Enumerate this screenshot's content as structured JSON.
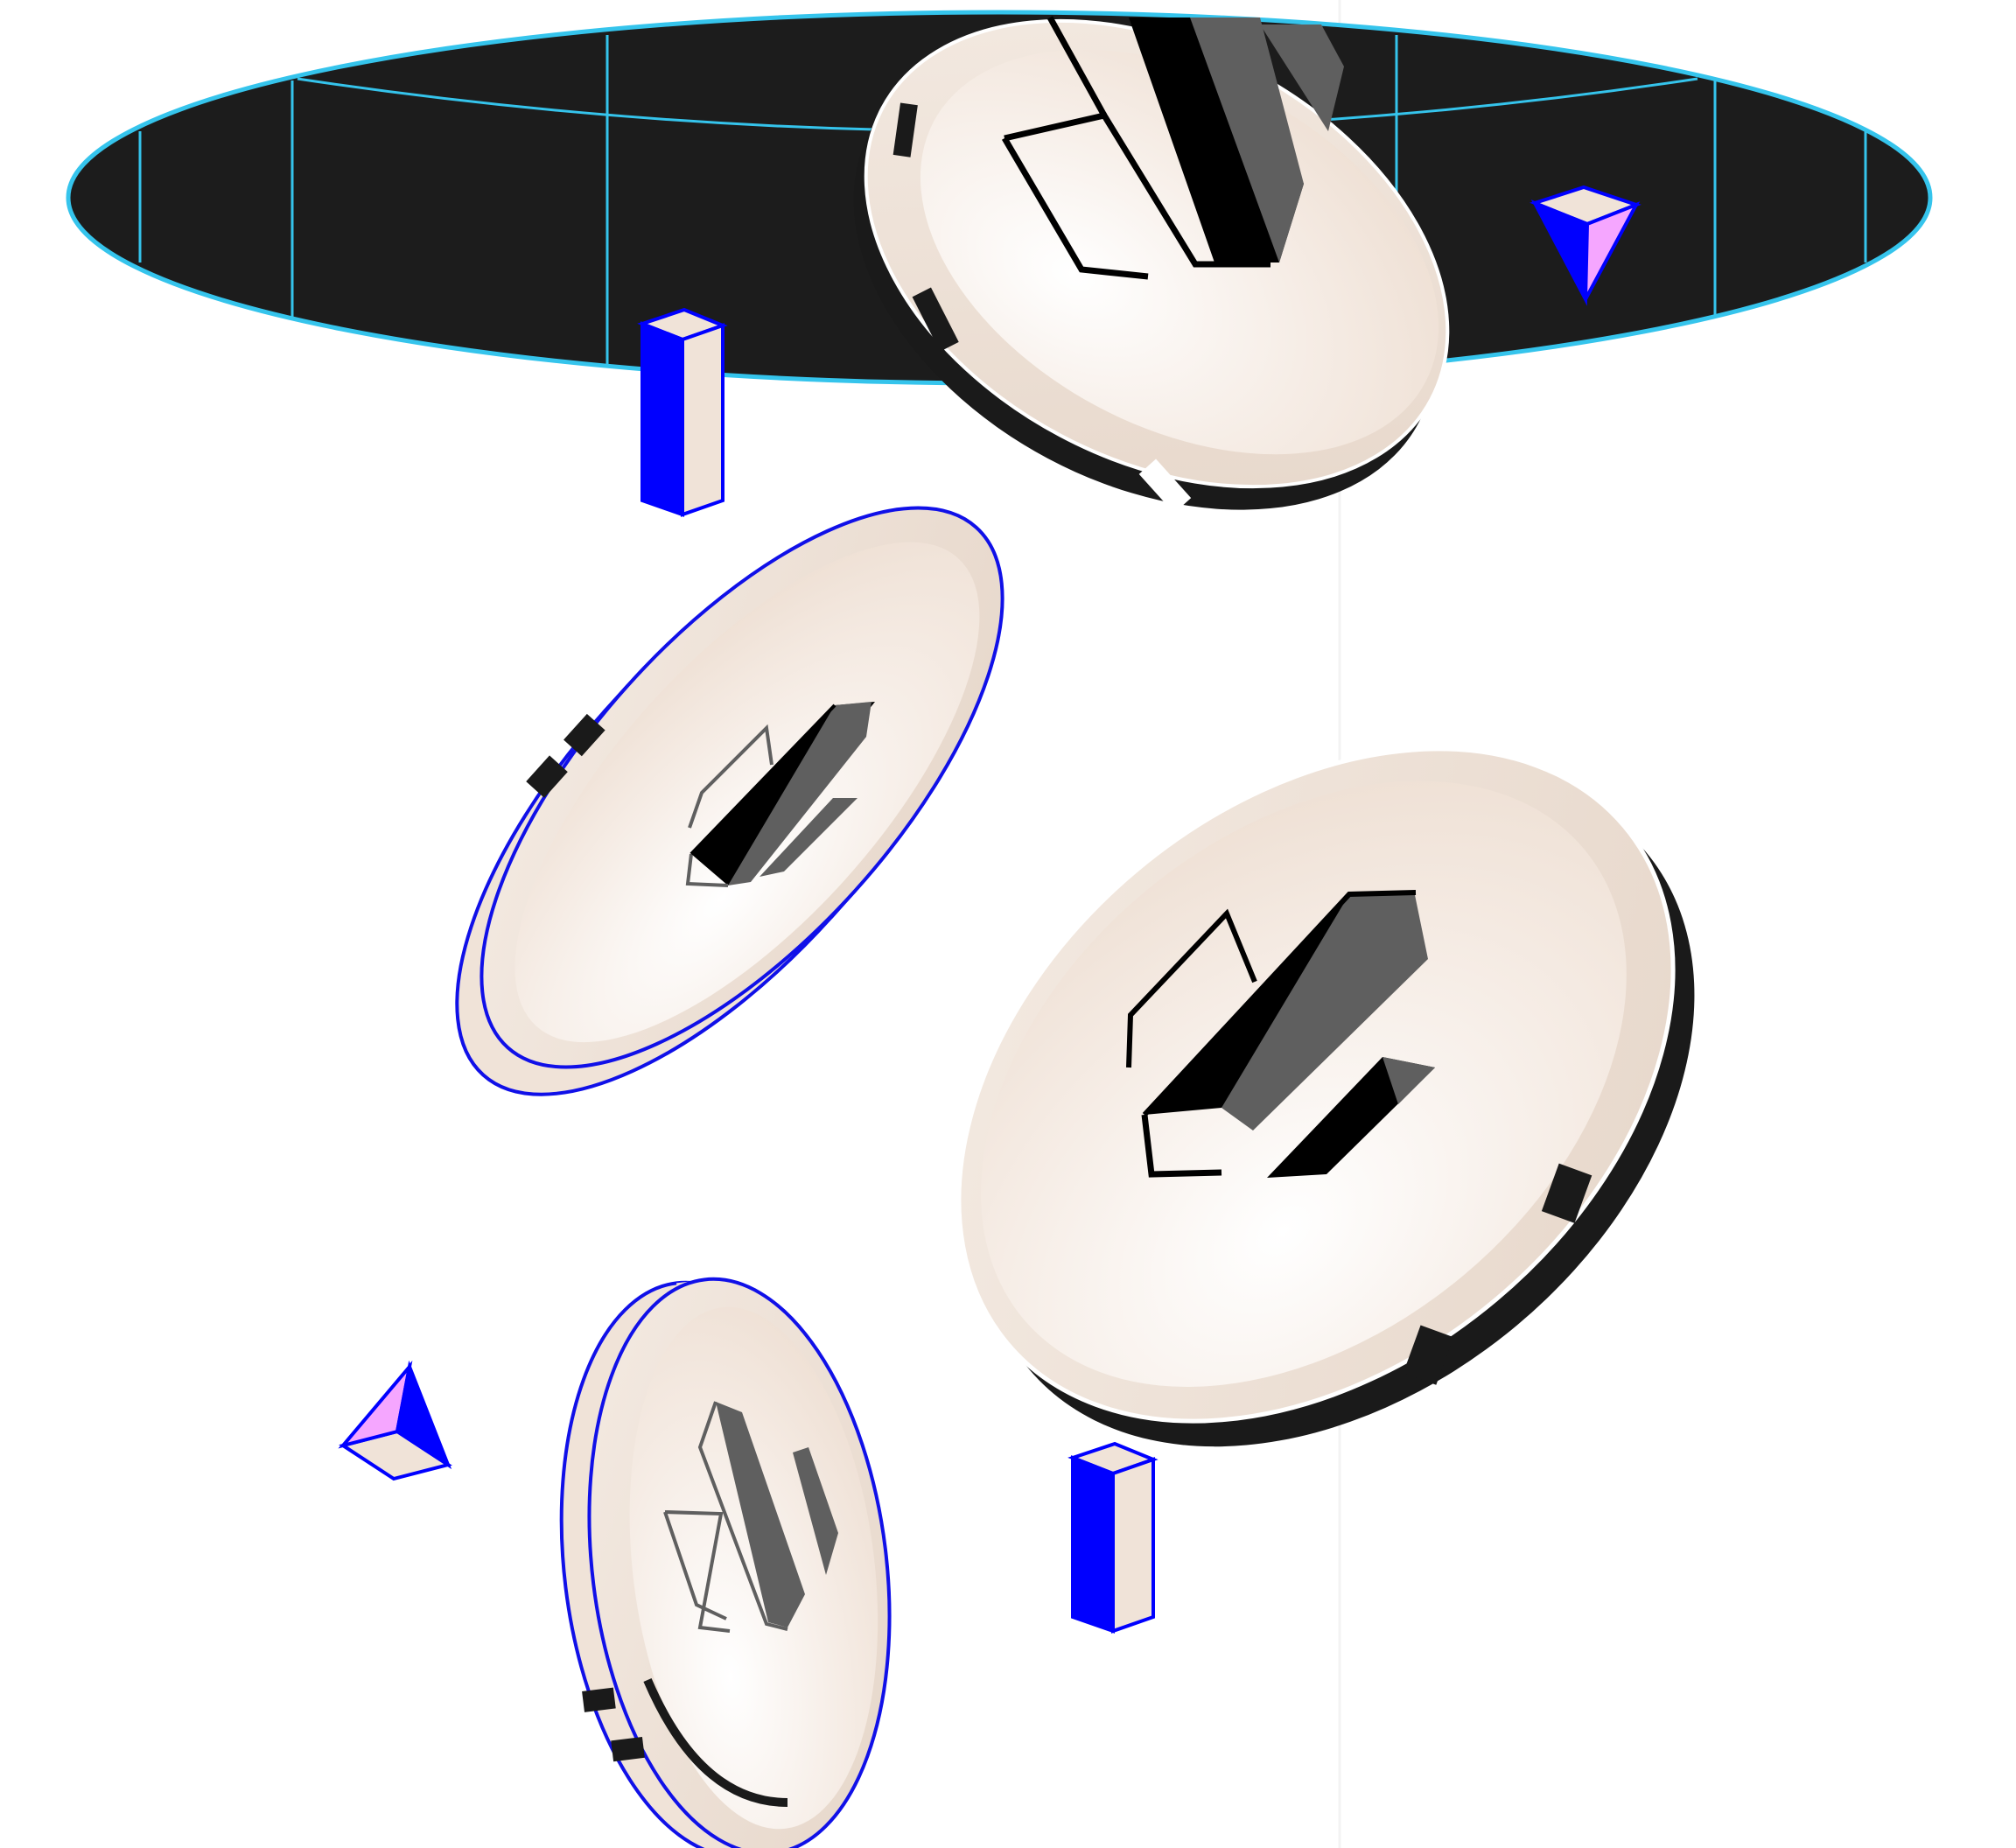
{
  "colors": {
    "background": "#ffffff",
    "portal_fill": "#1c1c1c",
    "portal_line": "#35c4ec",
    "coin_face": "#f0e3d8",
    "coin_highlight": "#ffffff",
    "coin_rim_dark": "#1a1a1a",
    "coin_outline_blue": "#1010e8",
    "logo_dark": "#000000",
    "logo_grey": "#5f5f5f",
    "shape_blue": "#0000ff",
    "shape_pink": "#f5a6ff",
    "shape_cream": "#f0e3d8"
  },
  "icons": [
    "portal-ellipse",
    "coin-logo-icon",
    "pillar-shape",
    "pyramid-shape"
  ]
}
